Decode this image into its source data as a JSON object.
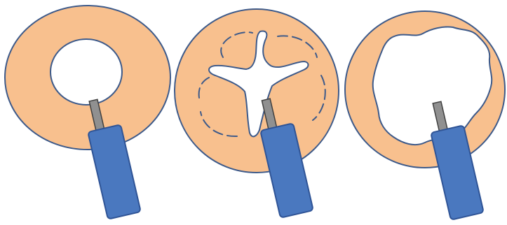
{
  "diagram": {
    "panels": [
      {
        "id": "panel-1",
        "opening": "round-hole"
      },
      {
        "id": "panel-2",
        "opening": "four-point-star-with-dashed-outline"
      },
      {
        "id": "panel-3",
        "opening": "irregular-enlarged-hole"
      }
    ],
    "colors": {
      "tissue_fill": "#F8C08E",
      "outline": "#3D5A8A",
      "probe_body": "#4A78BF",
      "probe_body_edge": "#2F5496",
      "probe_tip": "#909090",
      "probe_tip_edge": "#3F3F3F",
      "hole": "#FFFFFF"
    }
  }
}
